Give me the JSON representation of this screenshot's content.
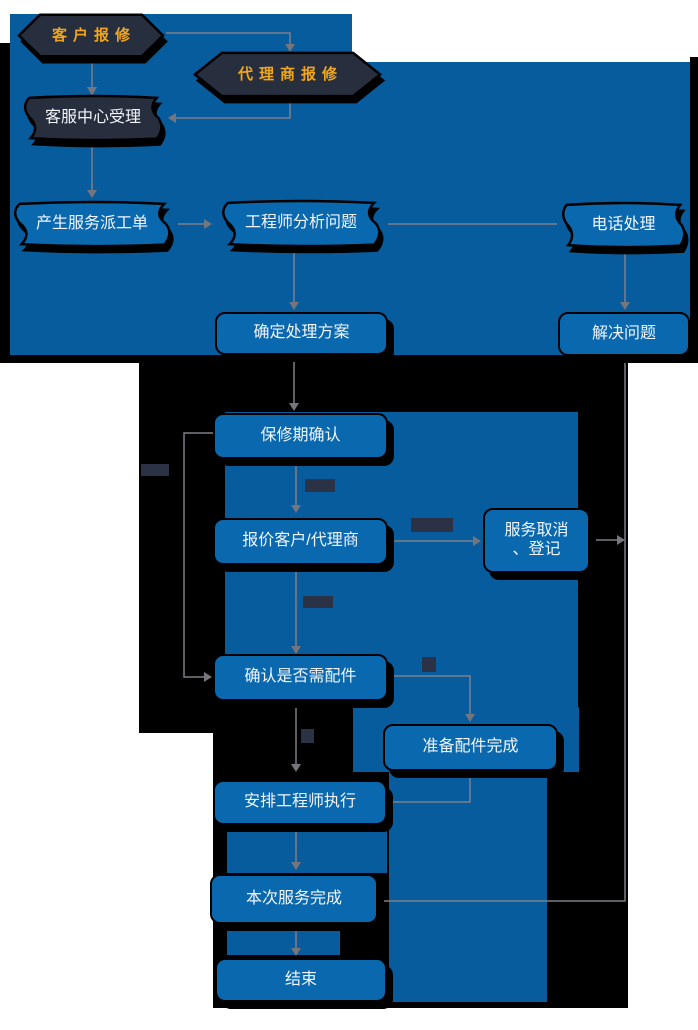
{
  "diagram": {
    "type": "flowchart",
    "language": "zh-CN",
    "nodes": [
      {
        "id": "customer-report",
        "label": "客户报修",
        "shape": "hexagon"
      },
      {
        "id": "agent-report",
        "label": "代理商报修",
        "shape": "hexagon"
      },
      {
        "id": "service-center-accept",
        "label": "客服中心受理",
        "shape": "tape-dark"
      },
      {
        "id": "create-work-order",
        "label": "产生服务派工单",
        "shape": "tape"
      },
      {
        "id": "engineer-analyze",
        "label": "工程师分析问题",
        "shape": "tape"
      },
      {
        "id": "phone-handle",
        "label": "电话处理",
        "shape": "tape"
      },
      {
        "id": "confirm-plan",
        "label": "确定处理方案",
        "shape": "rounded"
      },
      {
        "id": "solve-problem",
        "label": "解决问题",
        "shape": "rounded"
      },
      {
        "id": "warranty-confirm",
        "label": "保修期确认",
        "shape": "rounded"
      },
      {
        "id": "quote-customer-agent",
        "label": "报价客户/代理商",
        "shape": "rounded"
      },
      {
        "id": "service-cancel-register",
        "label": "服务取消、登记",
        "shape": "rounded",
        "line1": "服务取消",
        "line2": "、登记"
      },
      {
        "id": "confirm-parts-needed",
        "label": "确认是否需配件",
        "shape": "rounded"
      },
      {
        "id": "parts-ready",
        "label": "准备配件完成",
        "shape": "rounded"
      },
      {
        "id": "assign-engineer",
        "label": "安排工程师执行",
        "shape": "rounded"
      },
      {
        "id": "service-complete",
        "label": "本次服务完成",
        "shape": "rounded"
      },
      {
        "id": "end",
        "label": "结束",
        "shape": "rounded"
      }
    ],
    "edges": [
      {
        "from": "customer-report",
        "to": "service-center-accept"
      },
      {
        "from": "customer-report",
        "to": "agent-report"
      },
      {
        "from": "agent-report",
        "to": "service-center-accept"
      },
      {
        "from": "service-center-accept",
        "to": "create-work-order"
      },
      {
        "from": "create-work-order",
        "to": "engineer-analyze"
      },
      {
        "from": "engineer-analyze",
        "to": "phone-handle"
      },
      {
        "from": "engineer-analyze",
        "to": "confirm-plan"
      },
      {
        "from": "phone-handle",
        "to": "solve-problem"
      },
      {
        "from": "confirm-plan",
        "to": "warranty-confirm"
      },
      {
        "from": "warranty-confirm",
        "to": "quote-customer-agent"
      },
      {
        "from": "warranty-confirm",
        "to": "confirm-parts-needed"
      },
      {
        "from": "quote-customer-agent",
        "to": "confirm-parts-needed"
      },
      {
        "from": "quote-customer-agent",
        "to": "service-cancel-register"
      },
      {
        "from": "service-cancel-register",
        "to": "service-complete"
      },
      {
        "from": "solve-problem",
        "to": "service-complete"
      },
      {
        "from": "confirm-parts-needed",
        "to": "parts-ready"
      },
      {
        "from": "confirm-parts-needed",
        "to": "assign-engineer"
      },
      {
        "from": "parts-ready",
        "to": "assign-engineer"
      },
      {
        "from": "assign-engineer",
        "to": "service-complete"
      },
      {
        "from": "service-complete",
        "to": "end"
      }
    ],
    "colors": {
      "page_white": "#FFFFFF",
      "panel_blue": "#075C9D",
      "node_blue": "#0A68AE",
      "dark_shape": "#272E3E",
      "condition_box": "#2B3246",
      "hex_text": "#F2A71B",
      "node_text": "#F2F6FB",
      "connector_gray": "#7E7E86",
      "background_black": "#000000"
    }
  }
}
